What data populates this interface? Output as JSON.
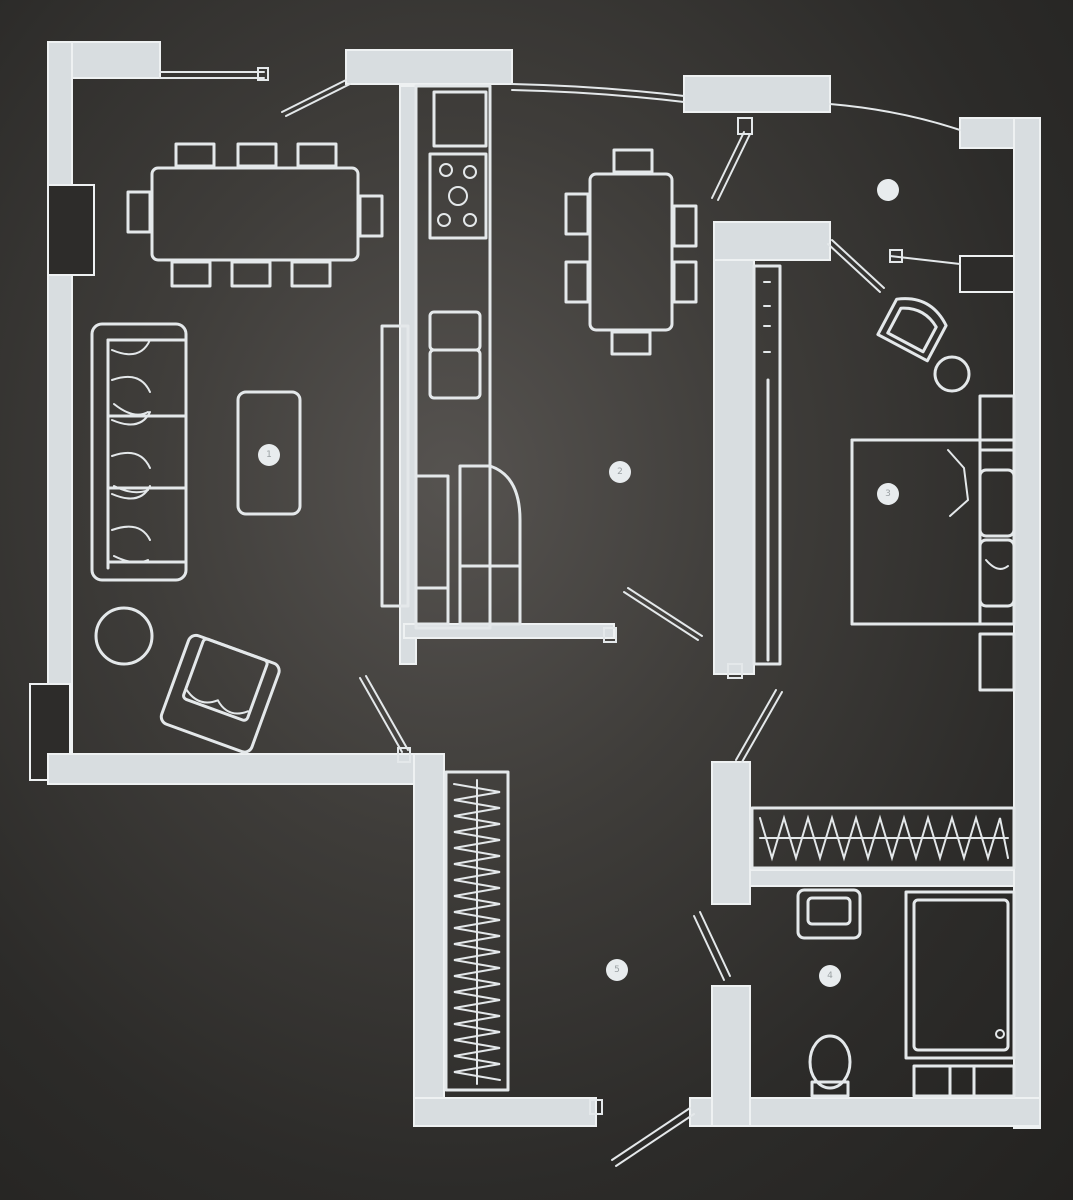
{
  "plan": {
    "background": "#2b2a28",
    "line_color": "#e4e8ea",
    "room_markers": [
      {
        "room": "living-room",
        "label": "1"
      },
      {
        "room": "kitchen-dining",
        "label": "2"
      },
      {
        "room": "bedroom",
        "label": "3"
      },
      {
        "room": "bathroom",
        "label": "4"
      },
      {
        "room": "hallway",
        "label": "5"
      },
      {
        "room": "bedroom-corner",
        "label": ""
      }
    ]
  }
}
